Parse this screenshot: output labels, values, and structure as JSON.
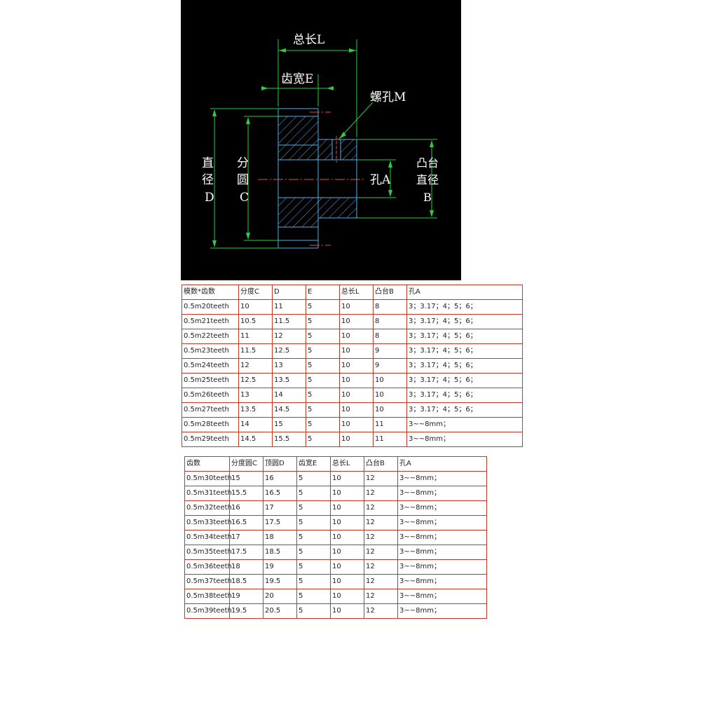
{
  "drawing": {
    "labels": {
      "total_length": "总长L",
      "tooth_width": "齿宽E",
      "screw_hole": "螺孔M",
      "bore": "孔A",
      "diameter": [
        "直",
        "径",
        "D"
      ],
      "pitch_circle": [
        "分",
        "圆",
        "C"
      ],
      "hub_diameter": [
        "凸台",
        "直径",
        "B"
      ]
    }
  },
  "table1": {
    "headers": [
      "模数*齿数",
      "分度C",
      "D",
      "E",
      "总长L",
      "凸台B",
      "孔A"
    ],
    "rows": [
      [
        "0.5m20teeth",
        "10",
        "11",
        "5",
        "10",
        "8",
        "3；3.17；4；5；6；"
      ],
      [
        "0.5m21teeth",
        "10.5",
        "11.5",
        "5",
        "10",
        "8",
        "3；3.17；4；5；6；"
      ],
      [
        "0.5m22teeth",
        "11",
        "12",
        "5",
        "10",
        "8",
        "3；3.17；4；5；6；"
      ],
      [
        "0.5m23teeth",
        "11.5",
        "12.5",
        "5",
        "10",
        "9",
        "3；3.17；4；5；6；"
      ],
      [
        "0.5m24teeth",
        "12",
        "13",
        "5",
        "10",
        "9",
        "3；3.17；4；5；6；"
      ],
      [
        "0.5m25teeth",
        "12.5",
        "13.5",
        "5",
        "10",
        "10",
        "3；3.17；4；5；6；"
      ],
      [
        "0.5m26teeth",
        "13",
        "14",
        "5",
        "10",
        "10",
        "3；3.17；4；5；6；"
      ],
      [
        "0.5m27teeth",
        "13.5",
        "14.5",
        "5",
        "10",
        "10",
        "3；3.17；4；5；6；"
      ],
      [
        "0.5m28teeth",
        "14",
        "15",
        "5",
        "10",
        "11",
        "3~~8mm；"
      ],
      [
        "0.5m29teeth",
        "14.5",
        "15.5",
        "5",
        "10",
        "11",
        "3~~8mm；"
      ]
    ]
  },
  "table2": {
    "headers": [
      "齿数",
      "分度圆C",
      "顶圆D",
      "齿宽E",
      "总长L",
      "凸台B",
      "孔A"
    ],
    "rows": [
      [
        "0.5m30teeth",
        "15",
        "16",
        "5",
        "10",
        "12",
        "3~~8mm；"
      ],
      [
        "0.5m31teeth",
        "15.5",
        "16.5",
        "5",
        "10",
        "12",
        "3~~8mm；"
      ],
      [
        "0.5m32teeth",
        "16",
        "17",
        "5",
        "10",
        "12",
        "3~~8mm；"
      ],
      [
        "0.5m33teeth",
        "16.5",
        "17.5",
        "5",
        "10",
        "12",
        "3~~8mm；"
      ],
      [
        "0.5m34teeth",
        "17",
        "18",
        "5",
        "10",
        "12",
        "3~~8mm；"
      ],
      [
        "0.5m35teeth",
        "17.5",
        "18.5",
        "5",
        "10",
        "12",
        "3~~8mm；"
      ],
      [
        "0.5m36teeth",
        "18",
        "19",
        "5",
        "10",
        "12",
        "3~~8mm；"
      ],
      [
        "0.5m37teeth",
        "18.5",
        "19.5",
        "5",
        "10",
        "12",
        "3~~8mm；"
      ],
      [
        "0.5m38teeth",
        "19",
        "20",
        "5",
        "10",
        "12",
        "3~~8mm；"
      ],
      [
        "0.5m39teeth",
        "19.5",
        "20.5",
        "5",
        "10",
        "12",
        "3~~8mm；"
      ]
    ]
  }
}
